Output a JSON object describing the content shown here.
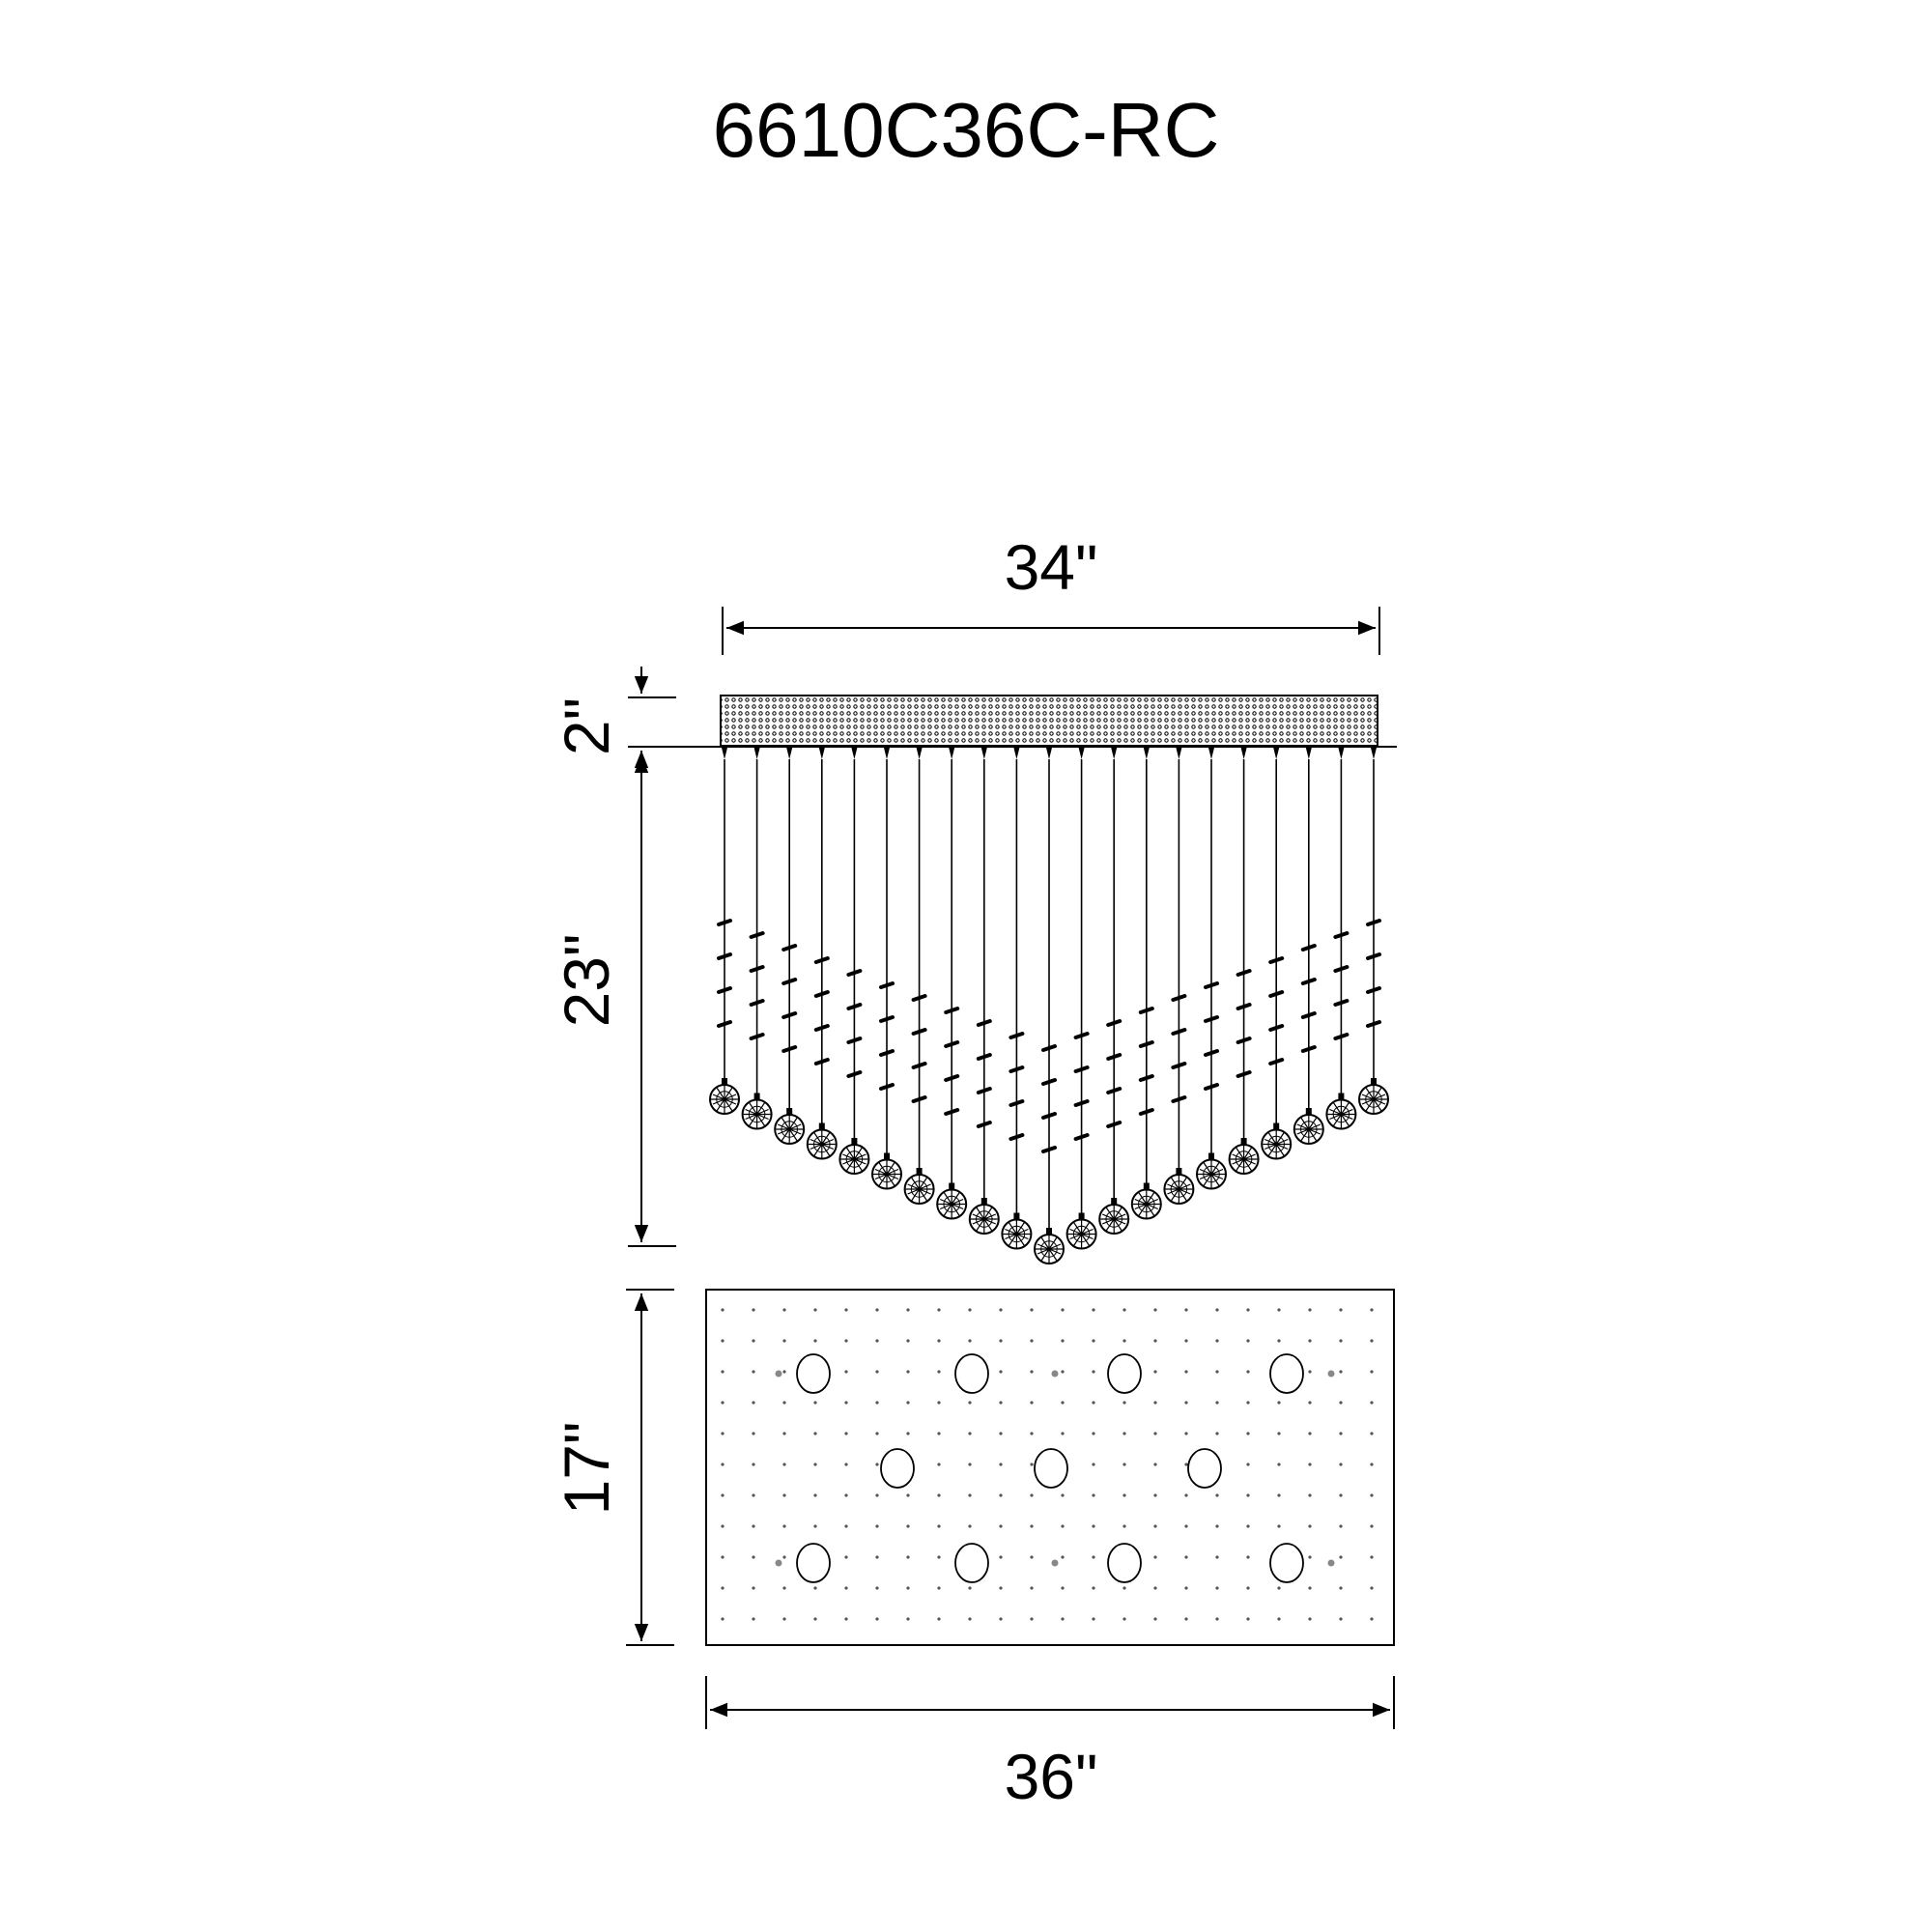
{
  "title": "6610C36C-RC",
  "dimensions": {
    "top_width": "34\"",
    "canopy_height": "2\"",
    "drop_height": "23\"",
    "base_depth": "17\"",
    "base_width": "36\""
  },
  "fixture": {
    "pendant_count": 21,
    "base_hole_rows": [
      4,
      3,
      4
    ]
  },
  "colors": {
    "line": "#000000",
    "dots": "#555555"
  }
}
